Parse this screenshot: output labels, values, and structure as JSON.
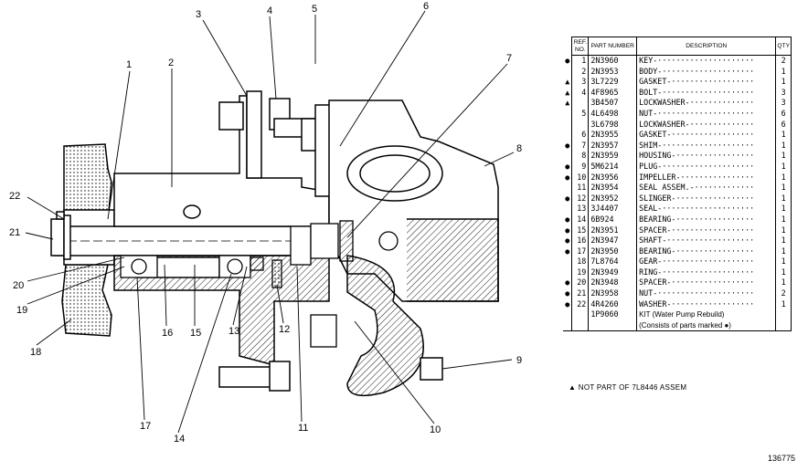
{
  "table": {
    "headers": {
      "ref": "REF. NO.",
      "part": "PART NUMBER",
      "desc": "DESCRIPTION",
      "qty": "QTY"
    },
    "rows": [
      {
        "mark": "●",
        "ref": "1",
        "part": "2N3960",
        "desc": "KEY",
        "qty": "2"
      },
      {
        "mark": "",
        "ref": "2",
        "part": "2N3953",
        "desc": "BODY",
        "qty": "1"
      },
      {
        "mark": "▲",
        "ref": "3",
        "part": "3L7229",
        "desc": "GASKET",
        "qty": "1"
      },
      {
        "mark": "▲",
        "ref": "4",
        "part": "4F8965",
        "desc": "BOLT",
        "qty": "3"
      },
      {
        "mark": "▲",
        "ref": "",
        "part": "3B4507",
        "desc": "LOCKWASHER",
        "qty": "3"
      },
      {
        "mark": "",
        "ref": "5",
        "part": "4L6498",
        "desc": "NUT",
        "qty": "6"
      },
      {
        "mark": "",
        "ref": "",
        "part": "3L6798",
        "desc": "LOCKWASHER",
        "qty": "6"
      },
      {
        "mark": "",
        "ref": "6",
        "part": "2N3955",
        "desc": "GASKET",
        "qty": "1"
      },
      {
        "mark": "●",
        "ref": "7",
        "part": "2N3957",
        "desc": "SHIM",
        "qty": "1"
      },
      {
        "mark": "",
        "ref": "8",
        "part": "2N3959",
        "desc": "HOUSING",
        "qty": "1"
      },
      {
        "mark": "●",
        "ref": "9",
        "part": "5M6214",
        "desc": "PLUG",
        "qty": "1"
      },
      {
        "mark": "●",
        "ref": "10",
        "part": "2N3956",
        "desc": "IMPELLER",
        "qty": "1"
      },
      {
        "mark": "",
        "ref": "11",
        "part": "2N3954",
        "desc": "SEAL ASSEM.",
        "qty": "1"
      },
      {
        "mark": "●",
        "ref": "12",
        "part": "2N3952",
        "desc": "SLINGER",
        "qty": "1"
      },
      {
        "mark": "",
        "ref": "13",
        "part": "3J4407",
        "desc": "SEAL",
        "qty": "1"
      },
      {
        "mark": "●",
        "ref": "14",
        "part": "6B924",
        "desc": "BEARING",
        "qty": "1"
      },
      {
        "mark": "●",
        "ref": "15",
        "part": "2N3951",
        "desc": "SPACER",
        "qty": "1"
      },
      {
        "mark": "●",
        "ref": "16",
        "part": "2N3947",
        "desc": "SHAFT",
        "qty": "1"
      },
      {
        "mark": "●",
        "ref": "17",
        "part": "2N3950",
        "desc": "BEARING",
        "qty": "1"
      },
      {
        "mark": "",
        "ref": "18",
        "part": "7L8764",
        "desc": "GEAR",
        "qty": "1"
      },
      {
        "mark": "",
        "ref": "19",
        "part": "2N3949",
        "desc": "RING",
        "qty": "1"
      },
      {
        "mark": "●",
        "ref": "20",
        "part": "2N3948",
        "desc": "SPACER",
        "qty": "1"
      },
      {
        "mark": "●",
        "ref": "21",
        "part": "2N3958",
        "desc": "NUT",
        "qty": "2"
      },
      {
        "mark": "●",
        "ref": "22",
        "part": "4R4260",
        "desc": "WASHER",
        "qty": "1"
      }
    ],
    "kit": {
      "part": "1P9060",
      "line1": "KIT (Water Pump Rebuild)",
      "line2": "(Consists of parts marked ●)"
    }
  },
  "footnote": "▲ NOT PART OF 7L8446 ASSEM",
  "figure_number": "136775",
  "callouts": [
    "1",
    "2",
    "3",
    "4",
    "5",
    "6",
    "7",
    "8",
    "9",
    "10",
    "11",
    "12",
    "13",
    "14",
    "15",
    "16",
    "17",
    "18",
    "19",
    "20",
    "21",
    "22"
  ]
}
